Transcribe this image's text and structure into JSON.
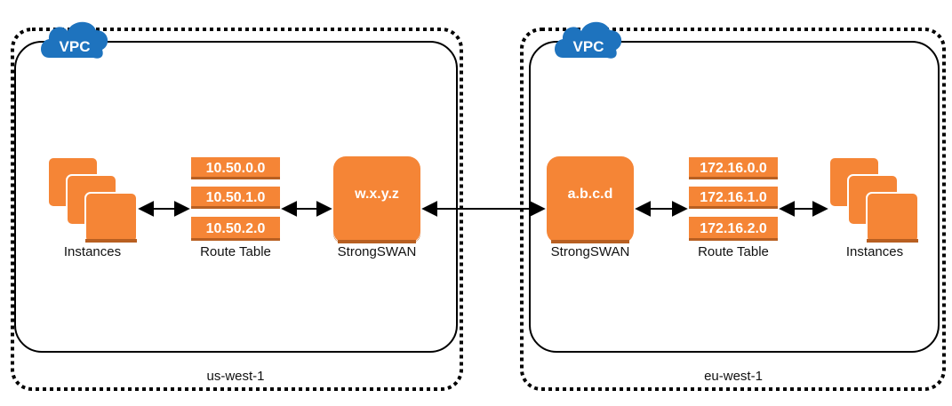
{
  "colors": {
    "orange": "#F58536",
    "orange_dark": "#B85F21",
    "cloud_blue": "#1E73BE",
    "line": "#000000"
  },
  "regions": [
    {
      "name": "us-west-1",
      "vpc_badge": "VPC",
      "vpc_icon": "cloud-icon",
      "instances_label": "Instances",
      "route_table_label": "Route Table",
      "routes": [
        "10.50.0.0",
        "10.50.1.0",
        "10.50.2.0"
      ],
      "strongswan_label": "StrongSWAN",
      "strongswan_ip": "w.x.y.z"
    },
    {
      "name": "eu-west-1",
      "vpc_badge": "VPC",
      "vpc_icon": "cloud-icon",
      "instances_label": "Instances",
      "route_table_label": "Route Table",
      "routes": [
        "172.16.0.0",
        "172.16.1.0",
        "172.16.2.0"
      ],
      "strongswan_label": "StrongSWAN",
      "strongswan_ip": "a.b.c.d"
    }
  ]
}
